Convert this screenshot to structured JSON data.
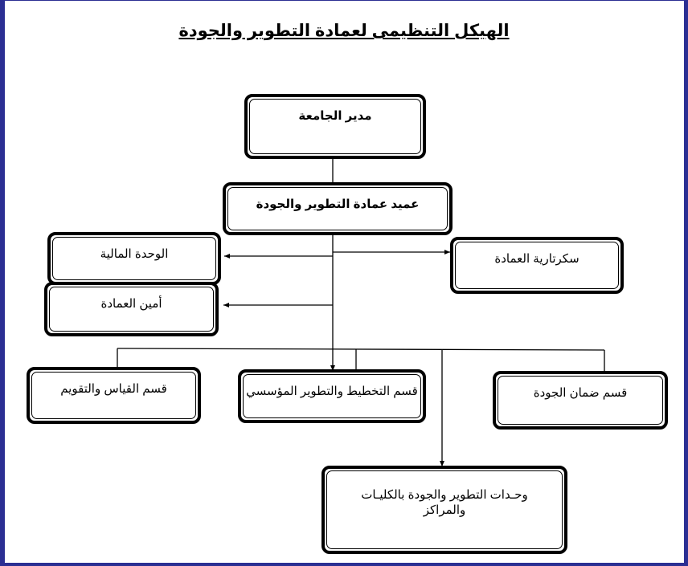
{
  "title": "الهيكل التنظيمى  لعمادة التطوير والجودة",
  "nodes": {
    "president": "مدير الجامعة",
    "dean": "عميد عمادة التطوير والجودة",
    "financial_unit": "الوحدة المالية",
    "secretariat": "سكرتارية العمادة",
    "deanship_secretary": "أمين العمادة",
    "measurement_dept": "قسم القياس والتقويم",
    "planning_dept": "قسم التخطيط والتطوير المؤسسي",
    "quality_assurance_dept": "قسم ضمان الجودة",
    "college_units": "وحـدات التطوير والجودة  بالكليـات والمراكز"
  },
  "colors": {
    "frame": "#2b2f93",
    "line": "#000000"
  }
}
